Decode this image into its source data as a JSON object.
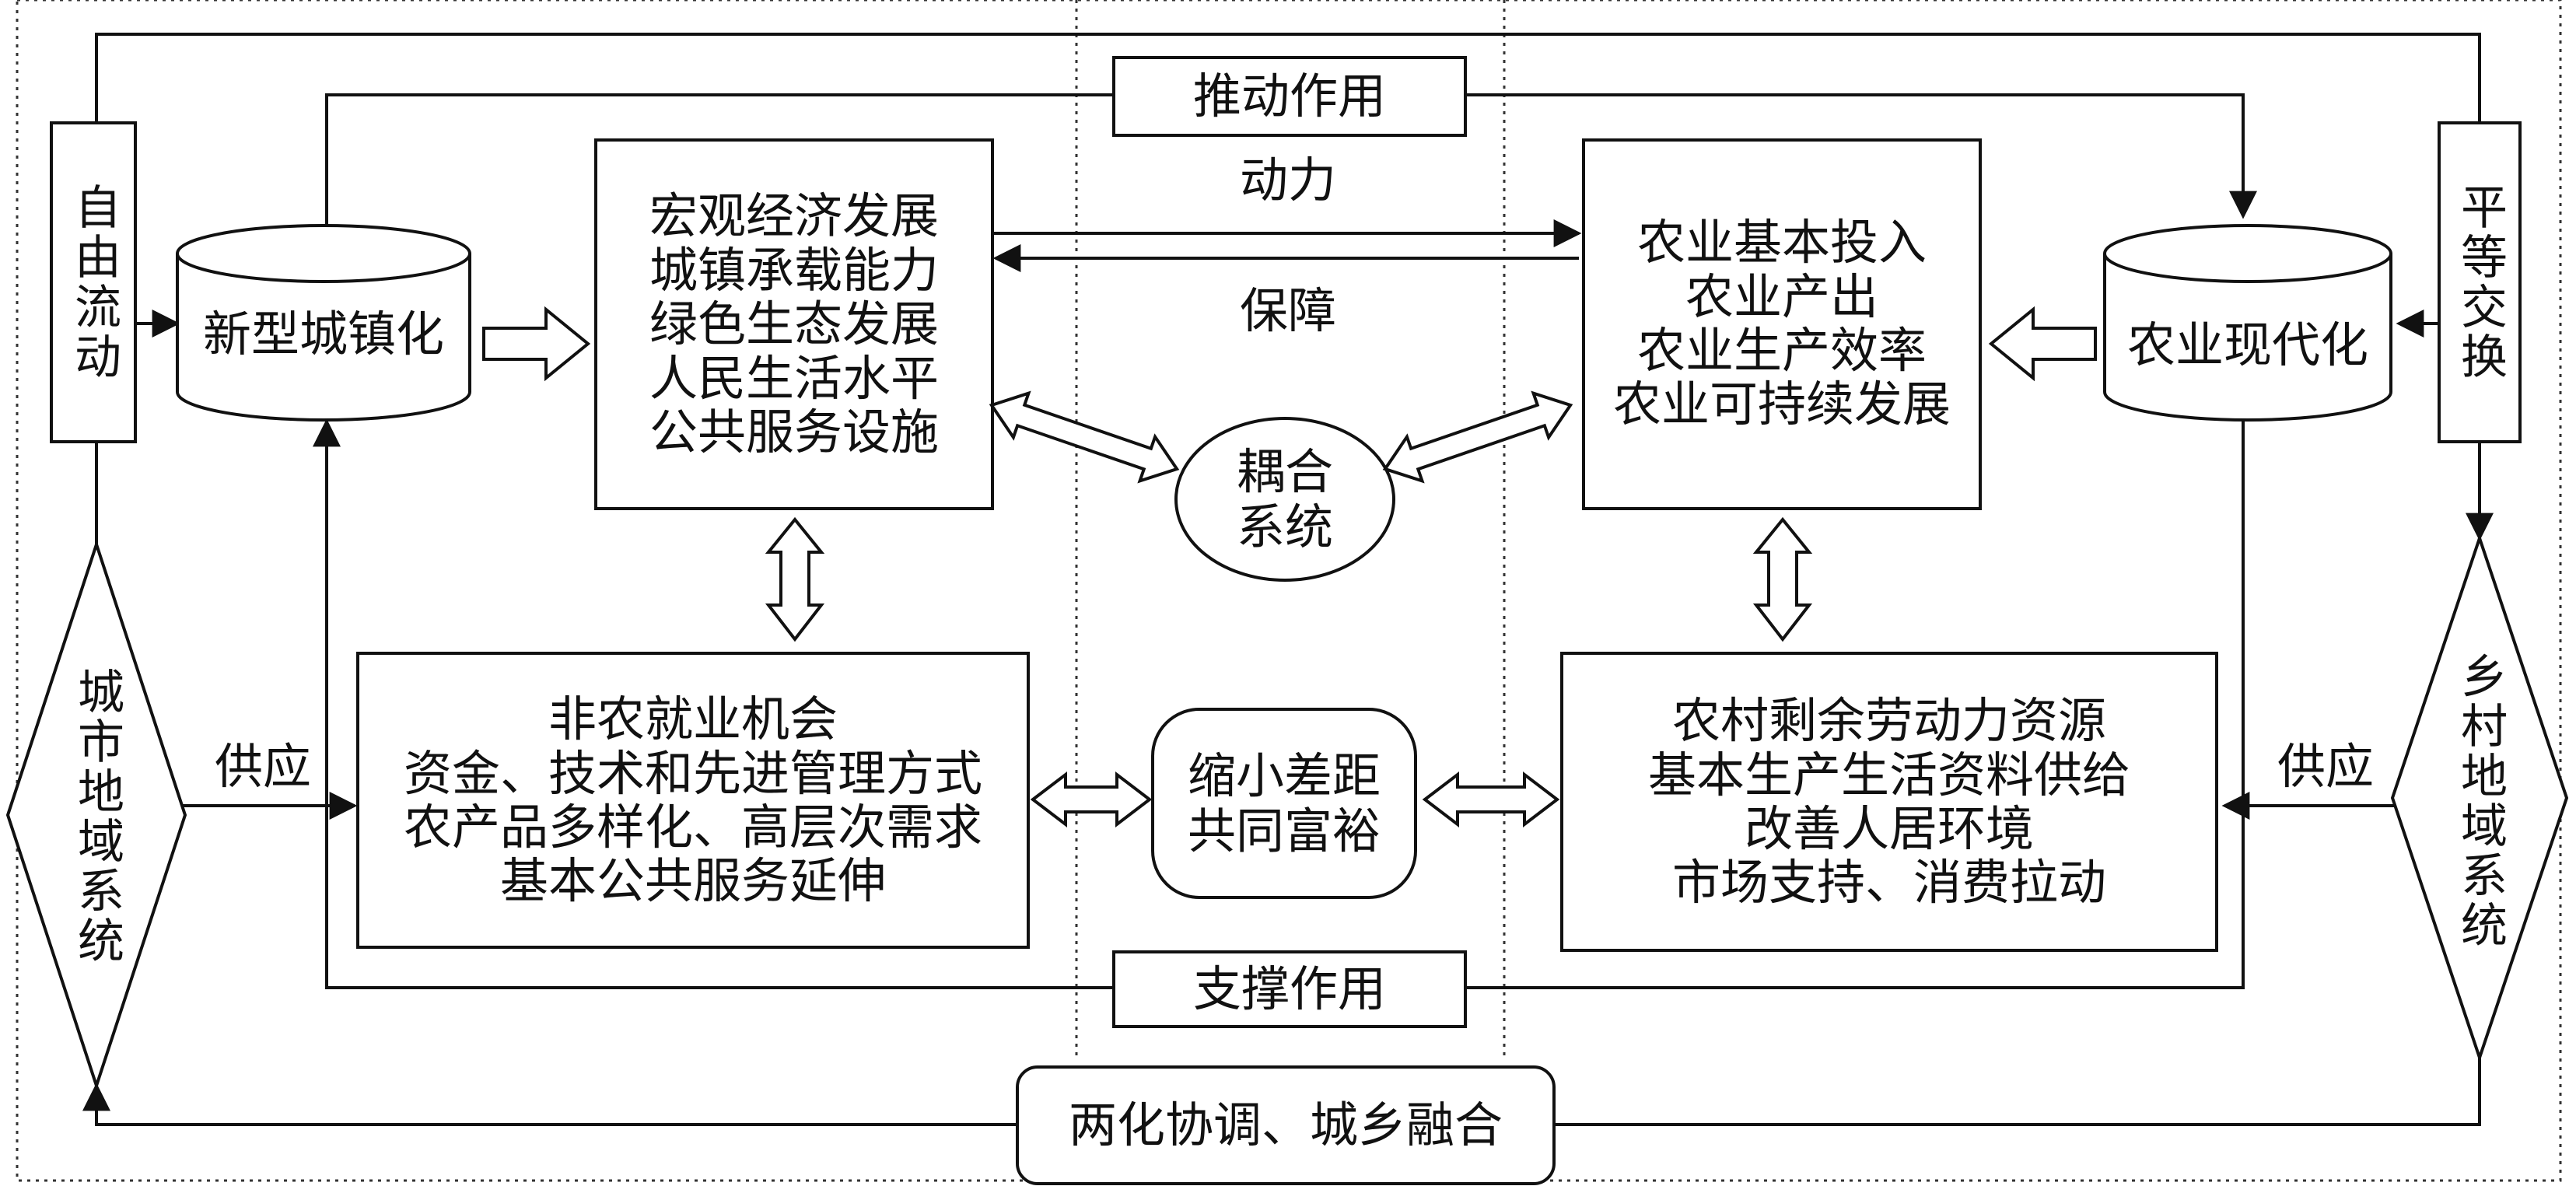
{
  "labels": {
    "urban_free_flow": "自由流动",
    "rural_equal_exchange": "平等交换",
    "new_urbanization": "新型城镇化",
    "agri_modernization": "农业现代化",
    "urban_factors": "宏观经济发展\n城镇承载能力\n绿色生态发展\n人民生活水平\n公共服务设施",
    "agri_factors": "农业基本投入\n农业产出\n农业生产效率\n农业可持续发展",
    "push_effect": "推动作用",
    "power": "动力",
    "guarantee": "保障",
    "coupling_system": "耦合\n系统",
    "urban_region": "城市地域系统",
    "rural_region": "乡村地域系统",
    "supply_left": "供应",
    "supply_right": "供应",
    "urban_supply": "非农就业机会\n资金、技术和先进管理方式\n农产品多样化、高层次需求\n基本公共服务延伸",
    "rural_supply": "农村剩余劳动力资源\n基本生产生活资料供给\n改善人居环境\n市场支持、消费拉动",
    "narrow_gap": "缩小差距\n共同富裕",
    "support_effect": "支撑作用",
    "integration": "两化协调、城乡融合"
  }
}
